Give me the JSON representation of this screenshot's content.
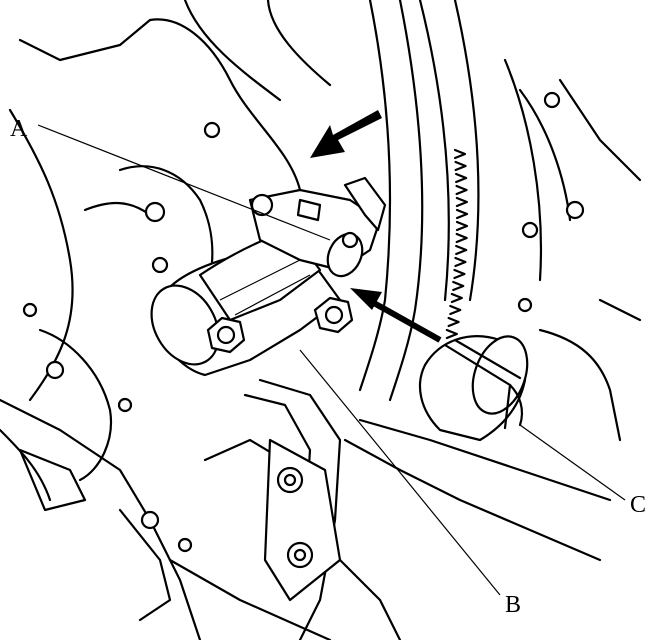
{
  "figure": {
    "callouts": [
      {
        "id": "A",
        "label": "A"
      },
      {
        "id": "B",
        "label": "B"
      },
      {
        "id": "C",
        "label": "C"
      }
    ],
    "ink_color": "#000000",
    "paper_color": "#ffffff"
  }
}
